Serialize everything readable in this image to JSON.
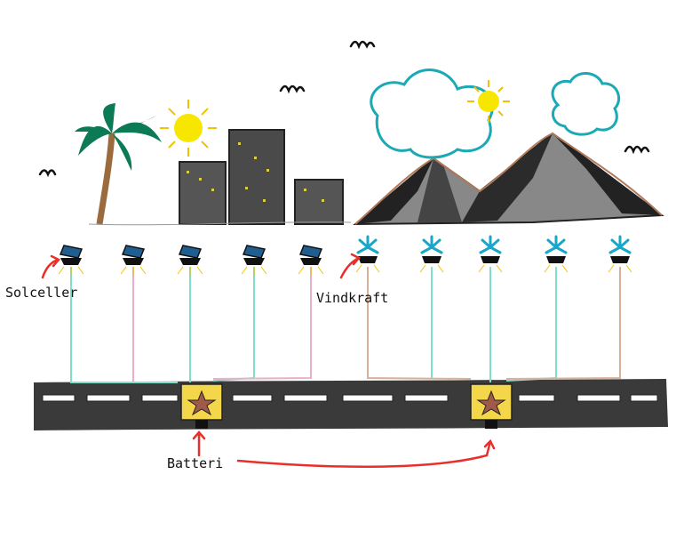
{
  "labels": {
    "solar": "Solceller",
    "wind": "Vindkraft",
    "battery": "Batteri"
  },
  "colors": {
    "sun": "#f6e600",
    "sun_ray": "#f2c200",
    "cloud": "#1aa9b5",
    "road": "#3a3a3a",
    "palm_leaf": "#0b7a55",
    "palm_trunk": "#9a6b3c",
    "building": "#444444",
    "mountain": "#2b2b2b",
    "solar_panel": "#1f5f8f",
    "wind_blade": "#18a7c8",
    "cable_green": "#7fe0c8",
    "cable_pink": "#e8b0c8",
    "battery_box": "#f4d64a",
    "arrow": "#e8302a"
  }
}
